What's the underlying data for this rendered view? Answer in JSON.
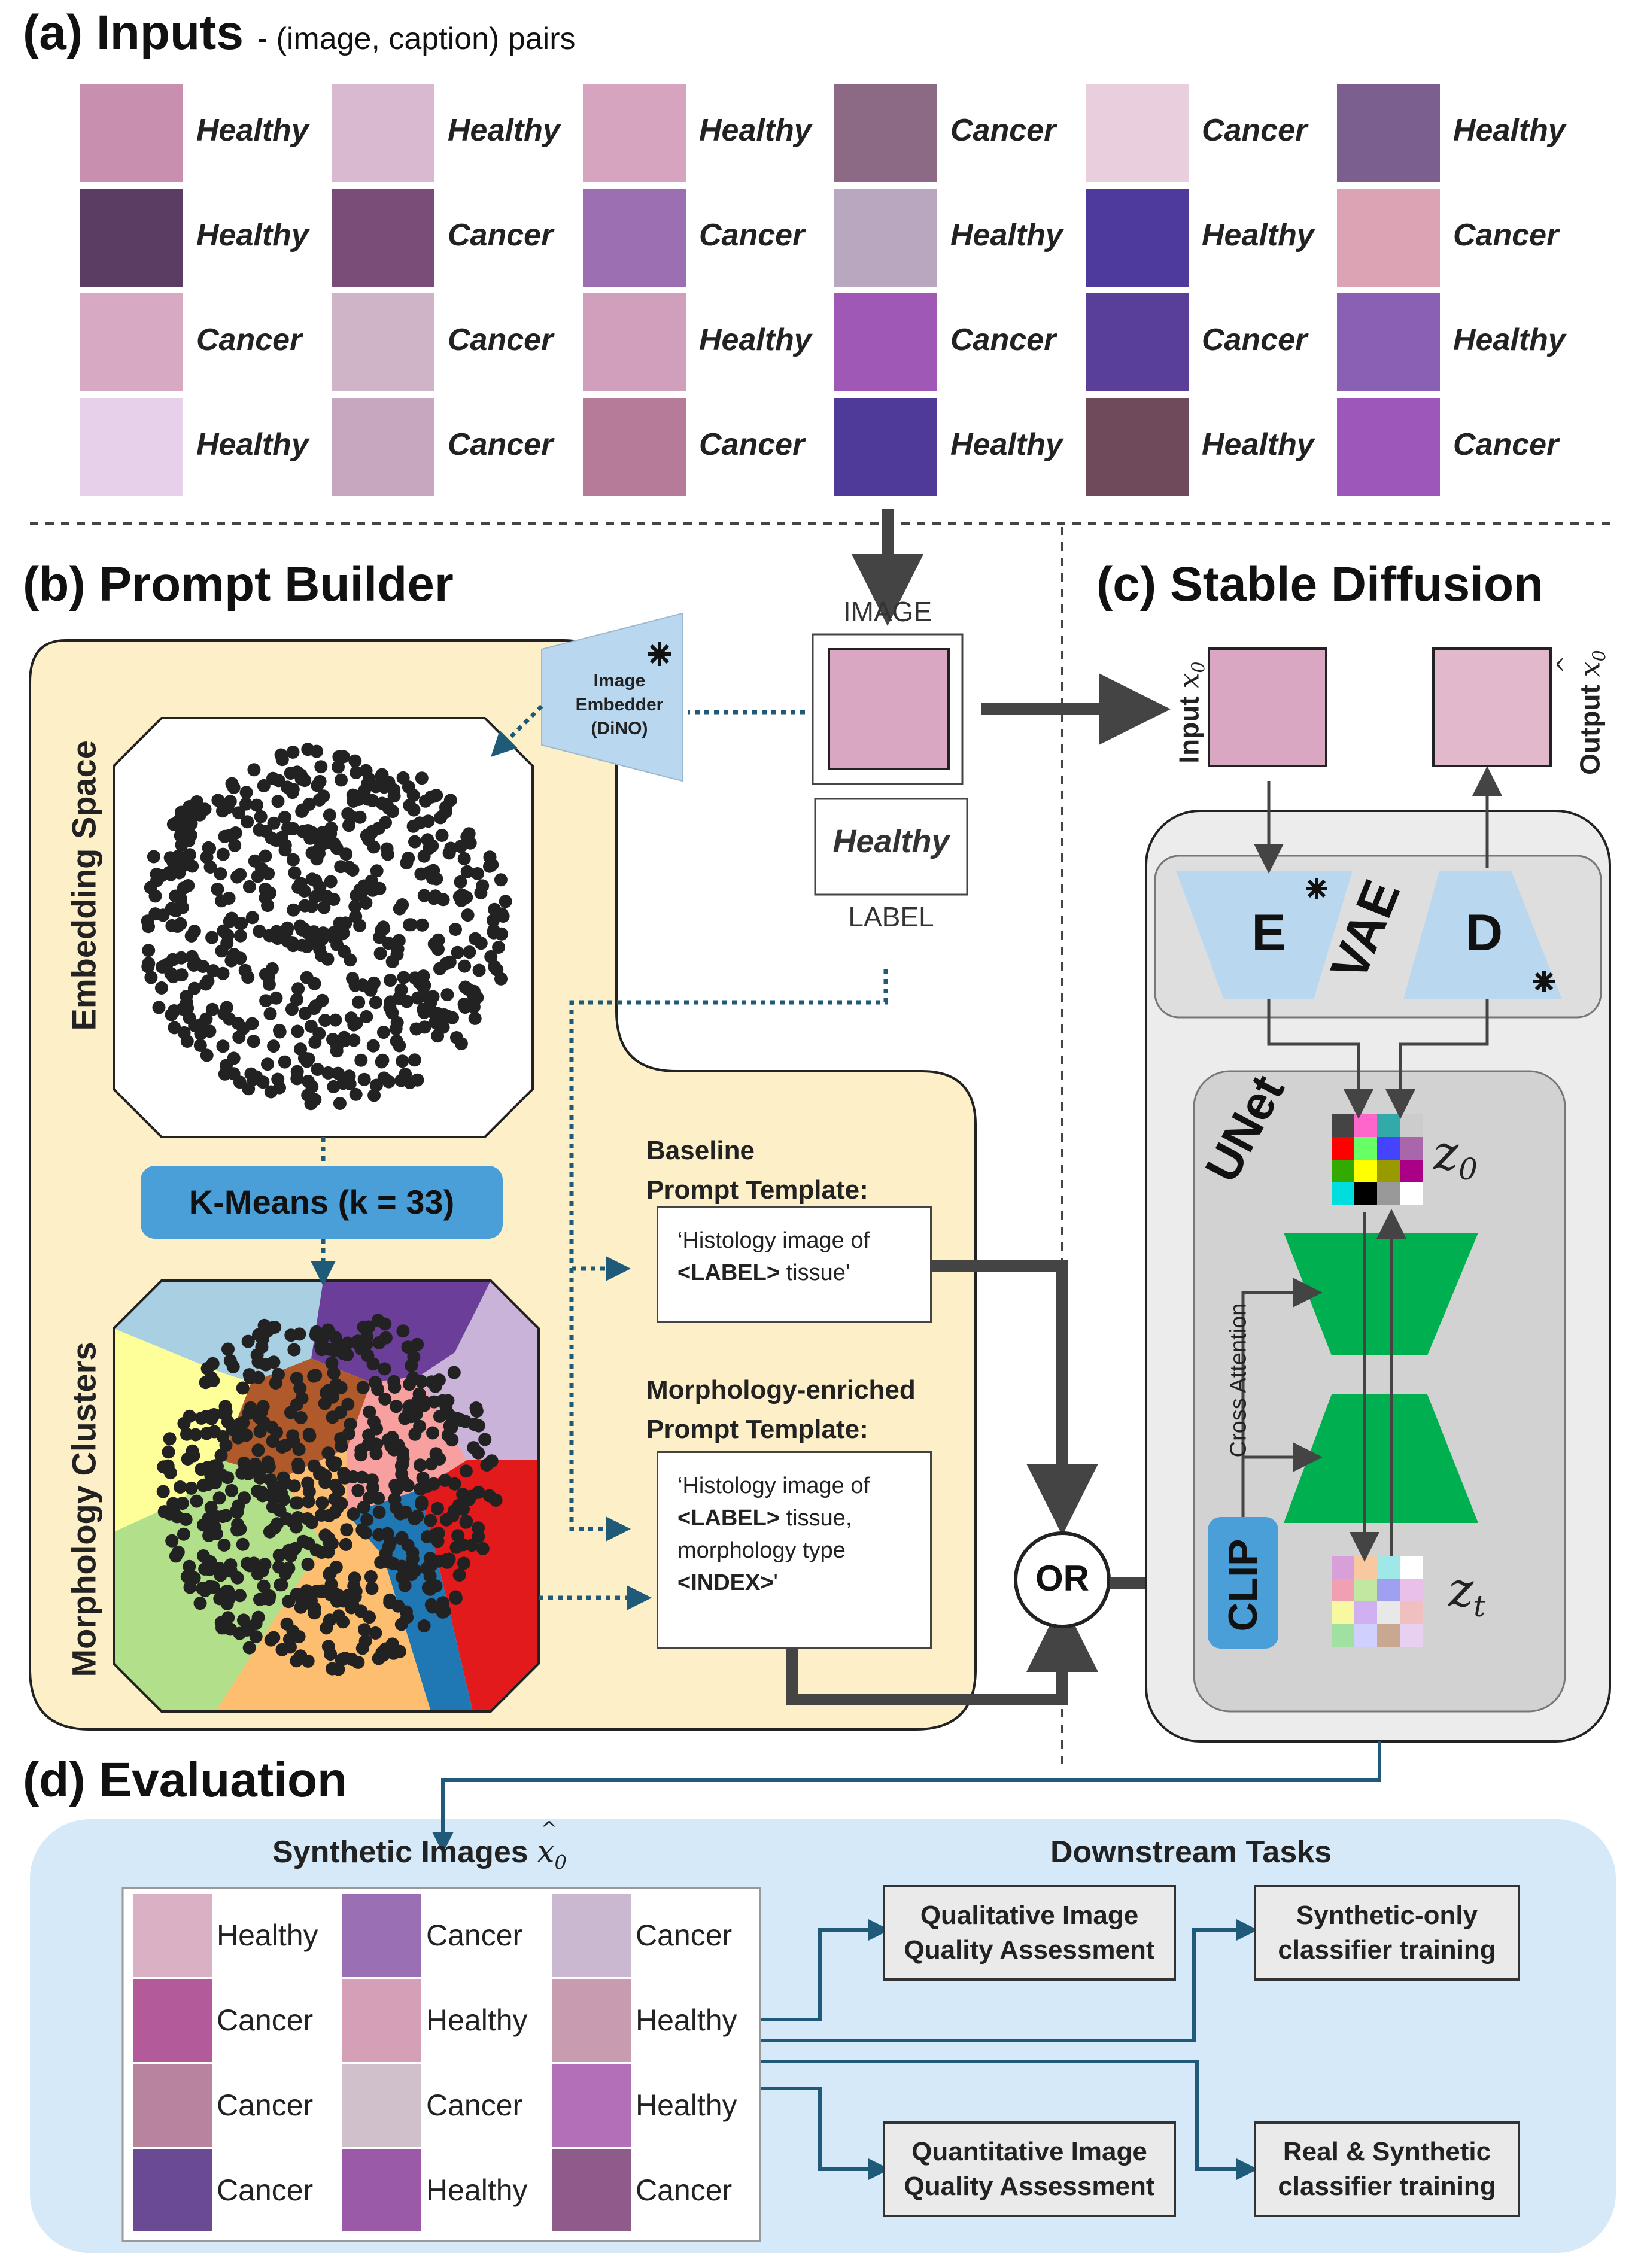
{
  "sections": {
    "a": {
      "title": "(a) Inputs",
      "subtitle": "- (image, caption) pairs"
    },
    "b": {
      "title": "(b) Prompt Builder"
    },
    "c": {
      "title": "(c) Stable Diffusion"
    },
    "d": {
      "title": "(d) Evaluation"
    }
  },
  "input_grid": {
    "columns": [
      [
        "Healthy",
        "Healthy",
        "Cancer",
        "Healthy"
      ],
      [
        "Healthy",
        "Cancer",
        "Cancer",
        "Cancer"
      ],
      [
        "Healthy",
        "Cancer",
        "Healthy",
        "Cancer"
      ],
      [
        "Cancer",
        "Healthy",
        "Cancer",
        "Healthy"
      ],
      [
        "Cancer",
        "Healthy",
        "Cancer",
        "Healthy"
      ],
      [
        "Healthy",
        "Cancer",
        "Healthy",
        "Cancer"
      ]
    ],
    "tile_colors": [
      [
        "#c98fae",
        "#5b3d63",
        "#d7a9c3",
        "#e7d0ea"
      ],
      [
        "#d9b9cf",
        "#7a4d78",
        "#cfb3c6",
        "#c6a7bf"
      ],
      [
        "#d7a4bf",
        "#9c6fb3",
        "#cf9fbb",
        "#b57b98"
      ],
      [
        "#8c6a85",
        "#b9a6bf",
        "#9f58b5",
        "#4f3a9a"
      ],
      [
        "#e9cfdd",
        "#4d3a9c",
        "#5a3f98",
        "#6f4a5a"
      ],
      [
        "#7a5f8f",
        "#dba3b3",
        "#8a60b4",
        "#9d56b9"
      ]
    ]
  },
  "prompt_builder": {
    "image_embedder": {
      "line1": "Image",
      "line2": "Embedder",
      "line3": "(DiNO)"
    },
    "embedding_space_label": "Embedding Space",
    "kmeans_label": "K-Means (k = 33)",
    "morphology_clusters_label": "Morphology Clusters",
    "image_label": "IMAGE",
    "label_box_text": "Healthy",
    "label_label": "LABEL",
    "baseline": {
      "title_line1": "Baseline",
      "title_line2": "Prompt Template:",
      "text_lines": [
        "‘Histology image of",
        "<LABEL> tissue'"
      ]
    },
    "morphology": {
      "title_line1": "Morphology-enriched",
      "title_line2": "Prompt Template:",
      "text_lines": [
        "‘Histology image of",
        "<LABEL> tissue,",
        "morphology type",
        "<INDEX>'"
      ]
    },
    "or_label": "OR",
    "cluster_colors": [
      "#a9cfe3",
      "#6b3f99",
      "#c9b3d9",
      "#ffff99",
      "#b0592a",
      "#f8a0a0",
      "#e31a1c",
      "#b2df8a",
      "#fdbf6f",
      "#1f78b4"
    ]
  },
  "stable_diffusion": {
    "input_label": "Input",
    "input_symbol": "x",
    "input_subscript": "0",
    "output_label": "Output",
    "output_symbol": "x",
    "output_subscript": "0",
    "encoder_label": "E",
    "vae_label": "VAE",
    "decoder_label": "D",
    "unet_label": "UNet",
    "z0_symbol": "z",
    "z0_subscript": "0",
    "zt_symbol": "z",
    "zt_subscript": "t",
    "cross_attention_label": "Cross Attention",
    "clip_label": "CLIP",
    "z0_grid_colors": [
      "#444444",
      "#ff66cc",
      "#33aaaa",
      "#cccccc",
      "#ff0000",
      "#66ff66",
      "#4444ff",
      "#aa66aa",
      "#33aa00",
      "#ffff00",
      "#999900",
      "#aa0088",
      "#00dddd",
      "#000000",
      "#999999",
      "#ffffff"
    ],
    "zt_grid_colors": [
      "#d8a0d8",
      "#f8c8a0",
      "#a0e8e8",
      "#ffffff",
      "#f0a0b0",
      "#c0e8a0",
      "#a0a0f0",
      "#e8c0e8",
      "#f8f8a0",
      "#d0b0f0",
      "#e8e8e8",
      "#f0c0c0",
      "#a0e0a0",
      "#d0d0ff",
      "#c8a890",
      "#e8d0f0"
    ]
  },
  "evaluation": {
    "synthetic_title": "Synthetic Images",
    "synthetic_symbol": "x",
    "synthetic_subscript": "0",
    "downstream_title": "Downstream Tasks",
    "synthetic_grid": {
      "columns": [
        [
          "Healthy",
          "Cancer",
          "Cancer",
          "Cancer"
        ],
        [
          "Cancer",
          "Healthy",
          "Cancer",
          "Healthy"
        ],
        [
          "Cancer",
          "Healthy",
          "Healthy",
          "Cancer"
        ]
      ],
      "tile_colors": [
        [
          "#d9b0c4",
          "#b35a9b",
          "#b8849d",
          "#6a4a92"
        ],
        [
          "#9b6fb4",
          "#d69fb8",
          "#cfc0cc",
          "#9a5aa8"
        ],
        [
          "#c9b8cf",
          "#c99bb0",
          "#b36fb8",
          "#8f5b8a"
        ]
      ]
    },
    "tasks": [
      {
        "line1": "Qualitative Image",
        "line2": "Quality Assessment"
      },
      {
        "line1": "Synthetic-only",
        "line2": "classifier training"
      },
      {
        "line1": "Quantitative Image",
        "line2": "Quality Assessment"
      },
      {
        "line1": "Real & Synthetic",
        "line2": "classifier training"
      }
    ]
  },
  "colors": {
    "prompt_panel_bg": "#fdefc8",
    "eval_panel_bg": "#d5e9f8",
    "arrow_dark": "#444444",
    "arrow_dotted": "#1f5a78",
    "eval_arrow": "#1f5a78",
    "embedder_fill": "#b9d7ee",
    "vae_fill": "#b9d7ee",
    "unet_green": "#00b050",
    "clip_blue": "#4a9fd8"
  }
}
